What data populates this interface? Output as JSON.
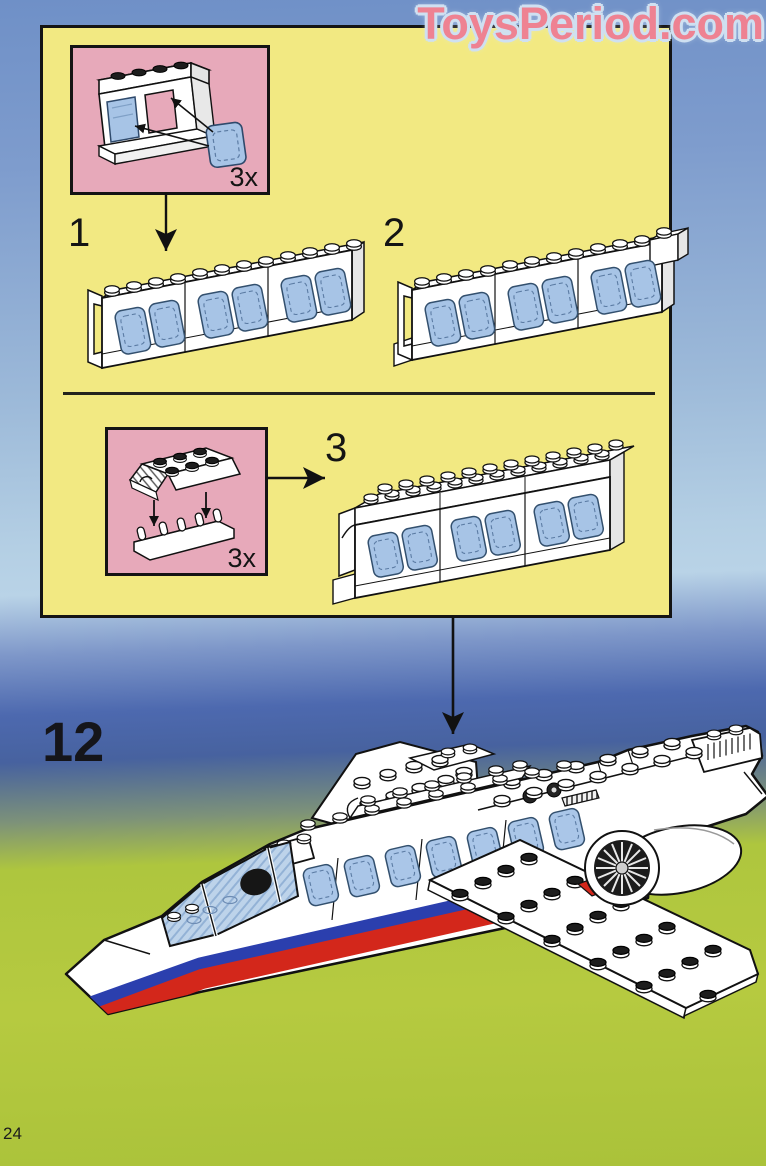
{
  "page": {
    "watermark": "ToysPeriod.com",
    "page_number": "24"
  },
  "panel": {
    "callout_top_count": "3x",
    "callout_bottom_count": "3x",
    "step1": "1",
    "step2": "2",
    "step3": "3"
  },
  "assembly": {
    "step_number": "12"
  },
  "colors": {
    "panel_yellow": "#f2e982",
    "callout_pink": "#e7a9ba",
    "sky_blue_top": "#6f90c7",
    "sky_blue_light": "#b9d3e7",
    "sky_blue_dark": "#4d69af",
    "grass_green": "#b6ca40",
    "watermark_pink": "#ee8292",
    "watermark_outline": "#cfe0f1",
    "window_pane_blue": "#a7c4e6",
    "hull_stripe_blue": "#2b3fae",
    "hull_stripe_red": "#d3271b",
    "brick_white": "#ffffff",
    "outline_black": "#141414"
  }
}
